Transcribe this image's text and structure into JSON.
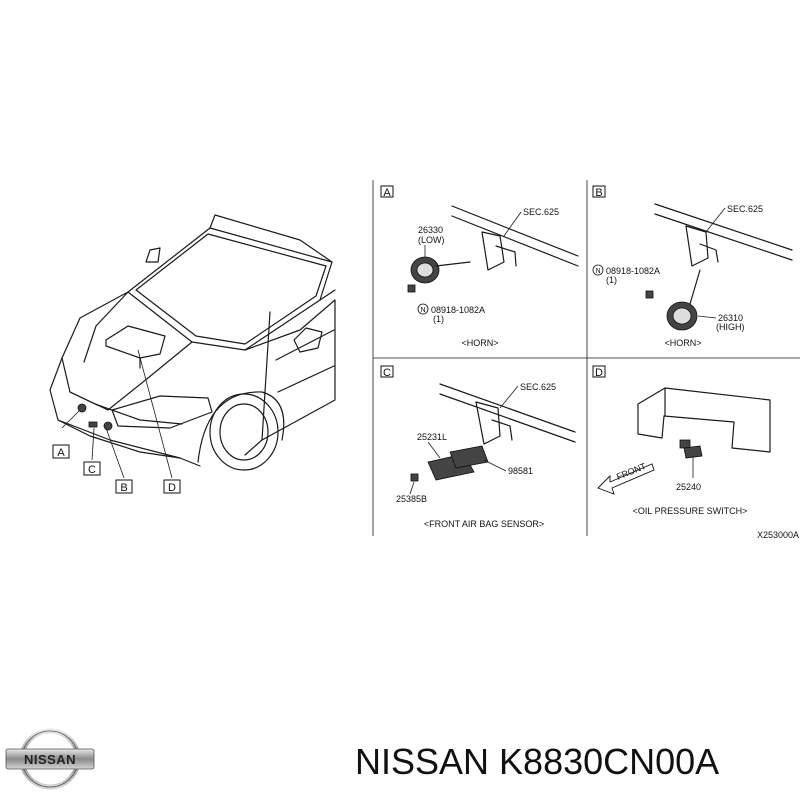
{
  "car_callouts": [
    "A",
    "C",
    "B",
    "D"
  ],
  "panels": {
    "a": {
      "letter": "A",
      "sec": "SEC.625",
      "part_no": "26330",
      "part_sub": "(LOW)",
      "bolt_code": "08918-1082A",
      "bolt_qty": "(1)",
      "bolt_mark": "N",
      "caption": "<HORN>"
    },
    "b": {
      "letter": "B",
      "sec": "SEC.625",
      "bolt_code": "08918-1082A",
      "bolt_qty": "(1)",
      "bolt_mark": "N",
      "part_no": "26310",
      "part_sub": "(HIGH)",
      "caption": "<HORN>"
    },
    "c": {
      "letter": "C",
      "sec": "SEC.625",
      "part_no_1": "25231L",
      "part_no_2": "98581",
      "part_no_3": "25385B",
      "caption": "<FRONT AIR BAG SENSOR>"
    },
    "d": {
      "letter": "D",
      "front": "FRONT",
      "part_no": "25240",
      "caption": "<OIL PRESSURE SWITCH>"
    }
  },
  "diagram_code": "X253000A",
  "footer": {
    "logo_text": "NISSAN",
    "part_caption": "NISSAN K8830CN00A"
  }
}
